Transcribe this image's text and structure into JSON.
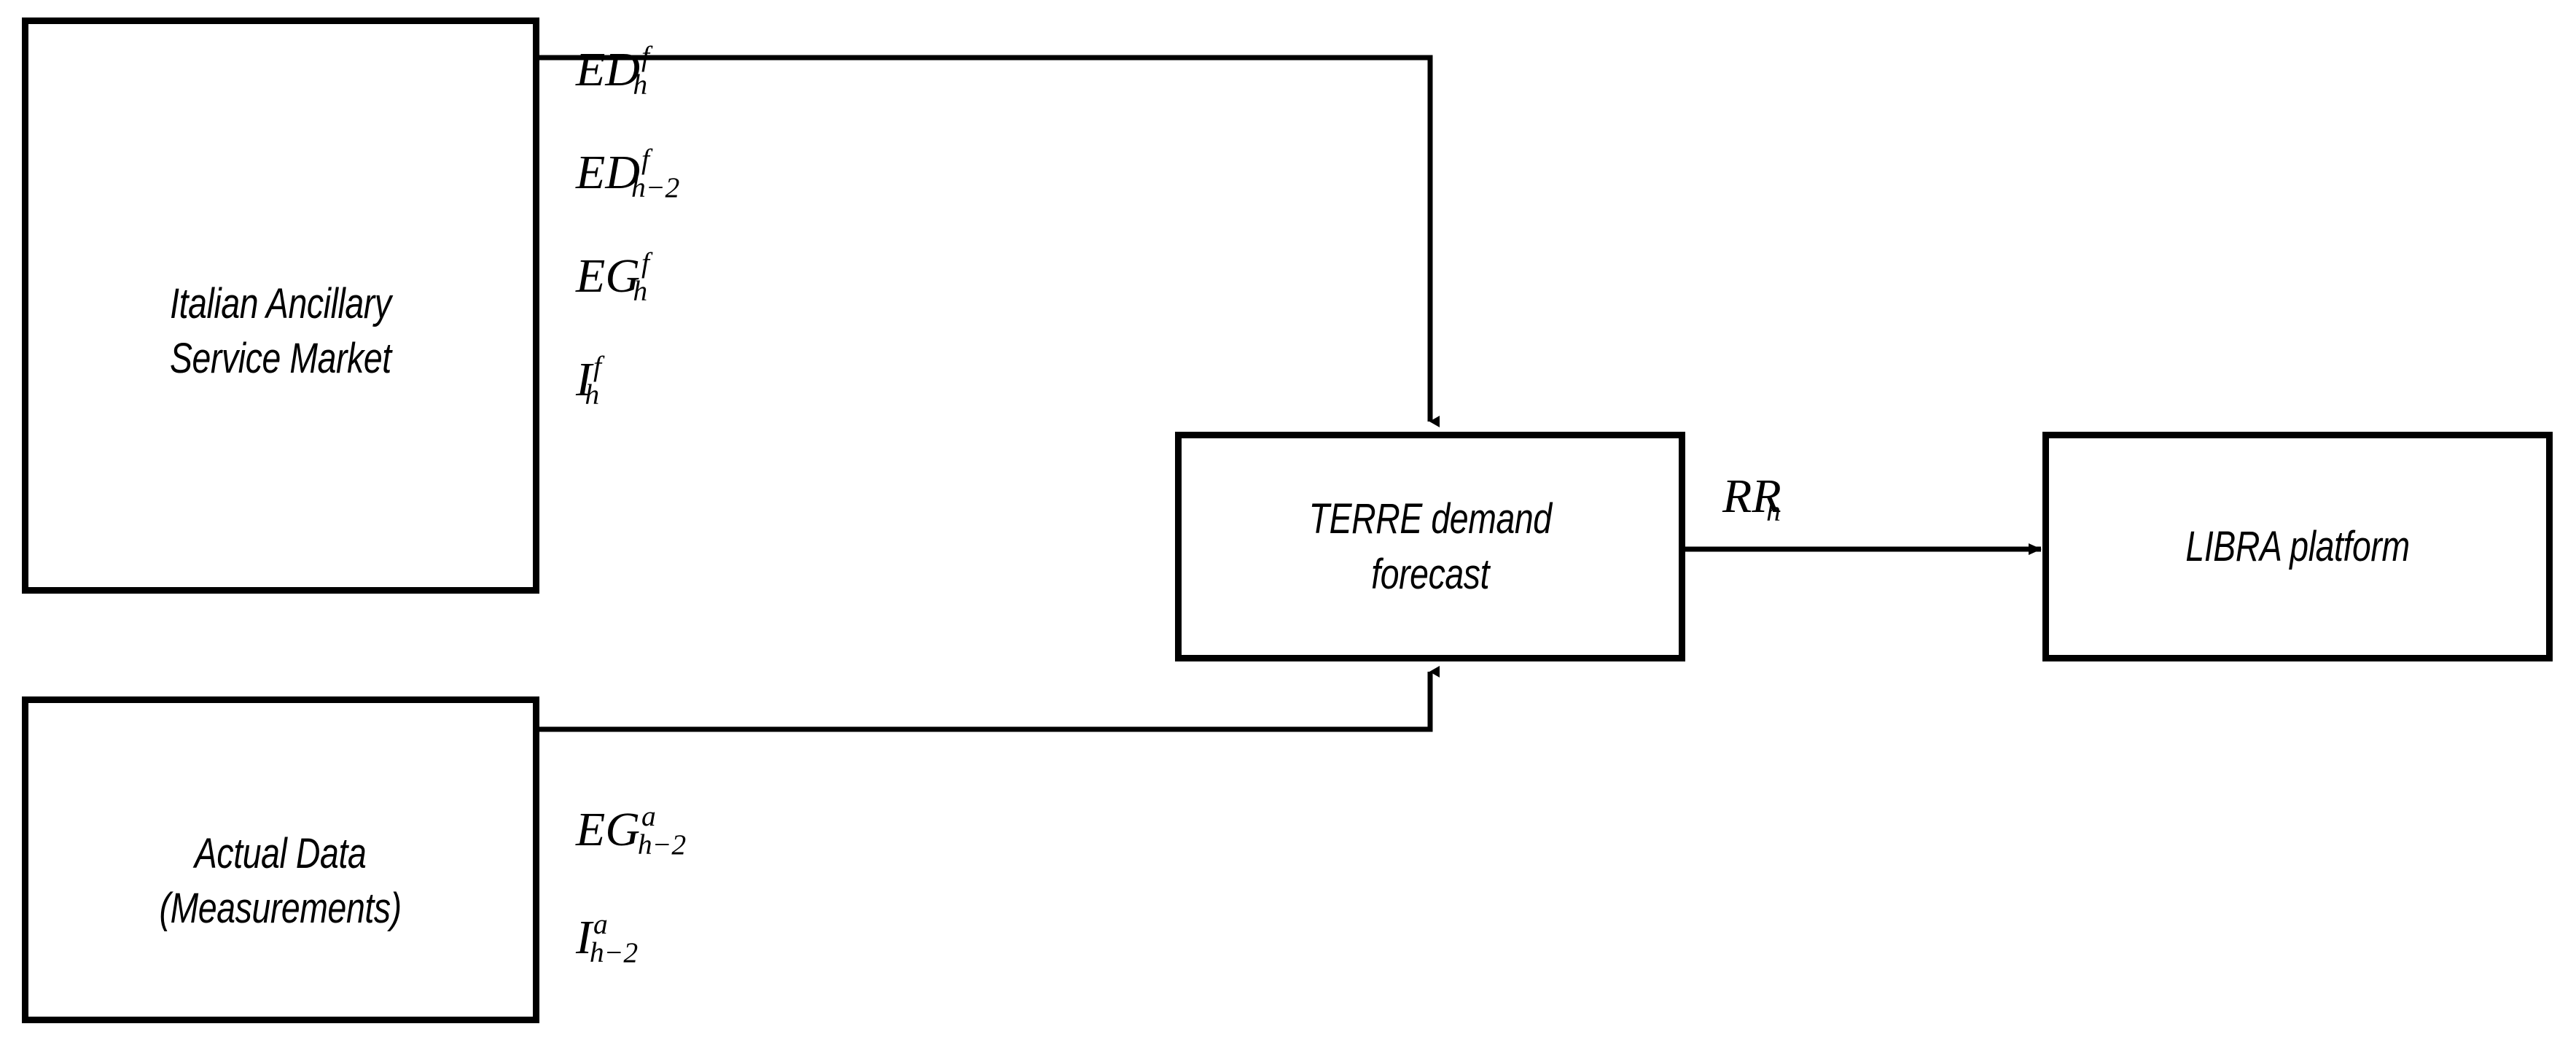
{
  "diagram": {
    "title": "TERRE demand forecast data flow",
    "background_color": "#ffffff",
    "stroke_color": "#000000"
  },
  "nodes": [
    {
      "id": "italian-ancillary-service-market",
      "label": "Italian Ancillary\nService Market"
    },
    {
      "id": "actual-data-measurements",
      "label": "Actual Data\n(Measurements)"
    },
    {
      "id": "terre-demand-forecast",
      "label": "TERRE demand\nforecast"
    },
    {
      "id": "libra-platform",
      "label": "LIBRA platform"
    }
  ],
  "variables": {
    "forecast_inputs": [
      {
        "id": "ED-h-f",
        "base": "ED",
        "sup": "f",
        "sub": "h",
        "text": "ED^f_h"
      },
      {
        "id": "ED-h2-f",
        "base": "ED",
        "sup": "f",
        "sub": "h−2",
        "text": "ED^f_{h-2}"
      },
      {
        "id": "EG-h-f",
        "base": "EG",
        "sup": "f",
        "sub": "h",
        "text": "EG^f_h"
      },
      {
        "id": "I-h-f",
        "base": "I",
        "sup": "f",
        "sub": "h",
        "text": "I^f_h"
      }
    ],
    "actual_inputs": [
      {
        "id": "EG-h2-a",
        "base": "EG",
        "sup": "a",
        "sub": "h−2",
        "text": "EG^a_{h-2}"
      },
      {
        "id": "I-h2-a",
        "base": "I",
        "sup": "a",
        "sub": "h−2",
        "text": "I^a_{h-2}"
      }
    ],
    "output": {
      "id": "RR-h",
      "base": "RR",
      "sup": "",
      "sub": "h",
      "text": "RR_h"
    }
  },
  "edges": [
    {
      "id": "market-to-forecast",
      "from": "italian-ancillary-service-market",
      "to": "terre-demand-forecast",
      "label_group": "forecast_inputs",
      "arrow": "down"
    },
    {
      "id": "actual-to-forecast",
      "from": "actual-data-measurements",
      "to": "terre-demand-forecast",
      "label_group": "actual_inputs",
      "arrow": "up"
    },
    {
      "id": "forecast-to-libra",
      "from": "terre-demand-forecast",
      "to": "libra-platform",
      "label": "RR_h",
      "arrow": "right"
    }
  ]
}
